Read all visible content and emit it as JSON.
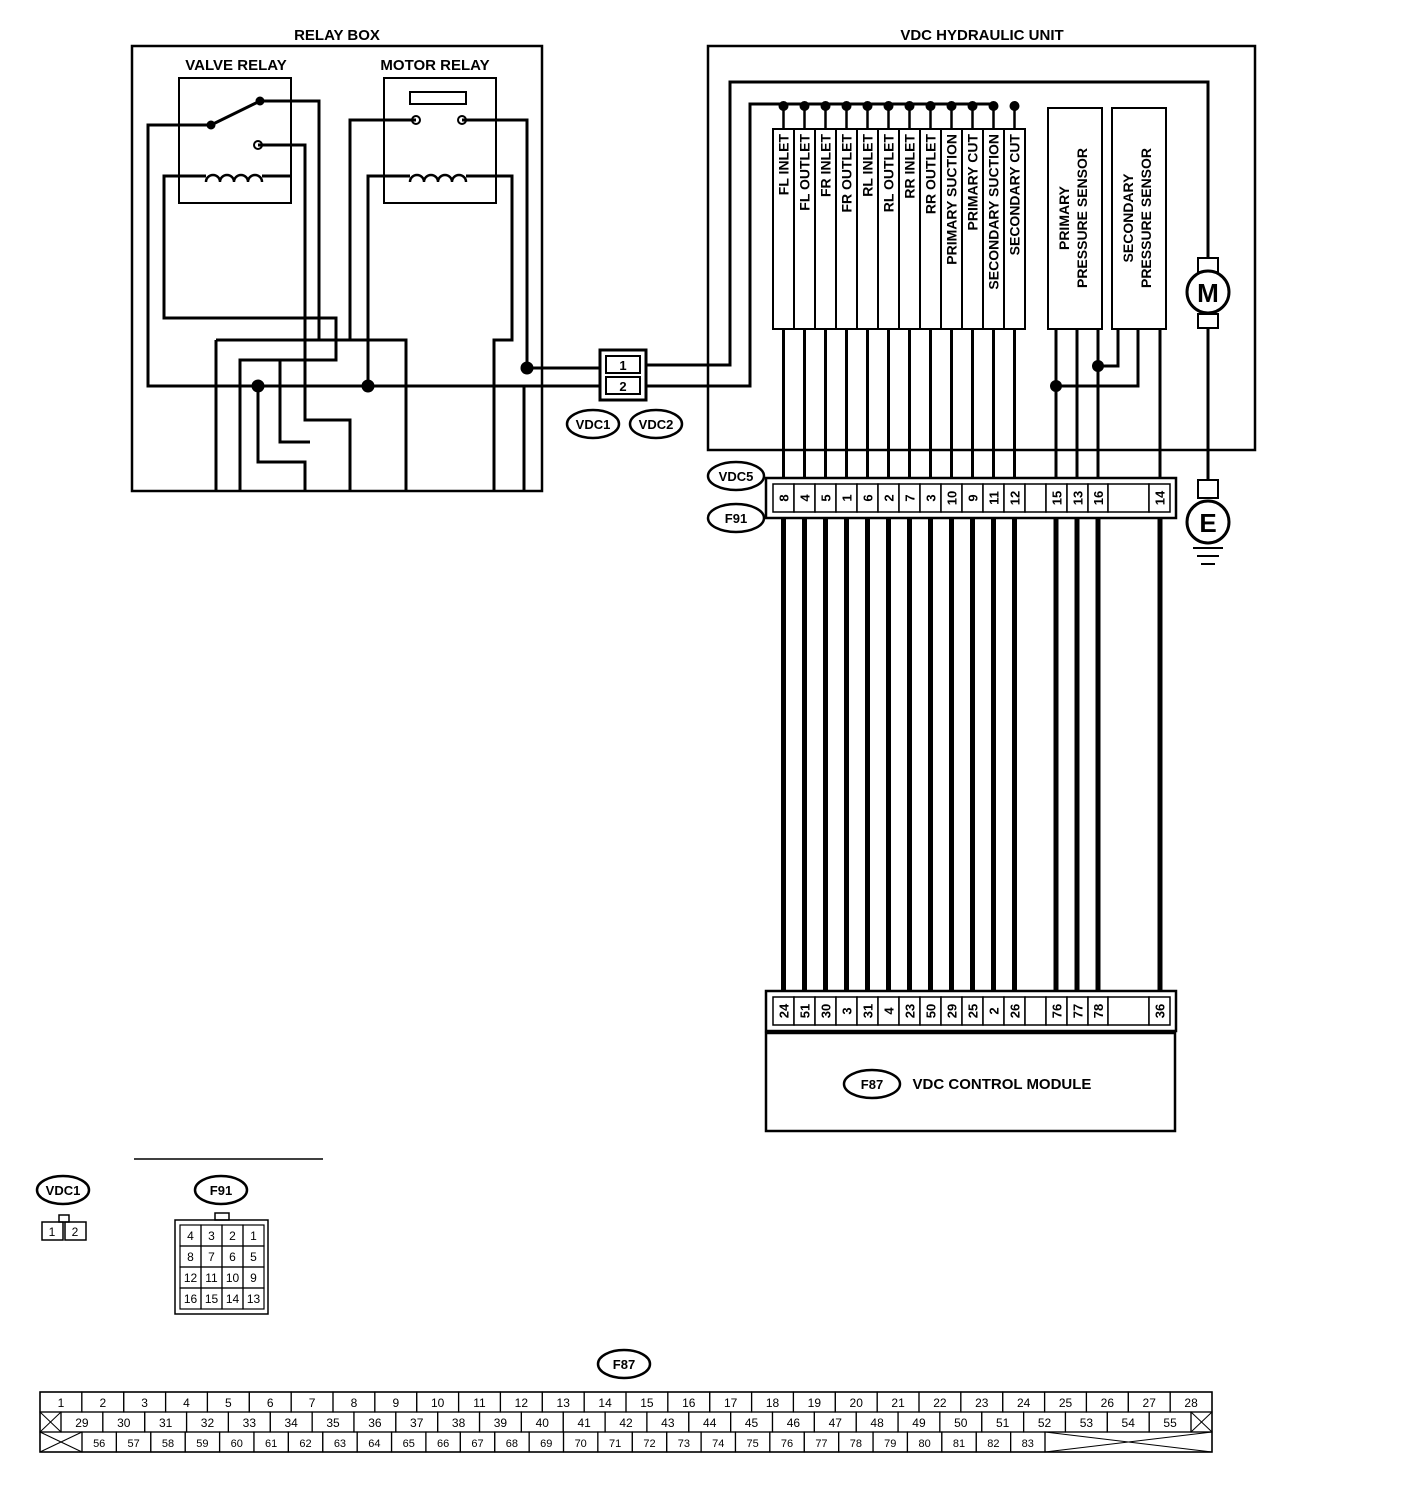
{
  "labels": {
    "relay_box": "RELAY BOX",
    "valve_relay": "VALVE RELAY",
    "motor_relay": "MOTOR RELAY",
    "hydraulic_unit": "VDC HYDRAULIC UNIT",
    "control_module": "VDC CONTROL MODULE",
    "motor": "M",
    "ground": "E"
  },
  "connectors": {
    "vdc1": "VDC1",
    "vdc2": "VDC2",
    "vdc5": "VDC5",
    "f91": "F91",
    "f87": "F87",
    "vdc1_pins": [
      "1",
      "2"
    ]
  },
  "solenoids": [
    "FL INLET",
    "FL OUTLET",
    "FR INLET",
    "FR OUTLET",
    "RL INLET",
    "RL OUTLET",
    "RR INLET",
    "RR OUTLET",
    "PRIMARY SUCTION",
    "PRIMARY CUT",
    "SECONDARY SUCTION",
    "SECONDARY CUT"
  ],
  "sensors": [
    {
      "line1": "PRIMARY",
      "line2": "PRESSURE SENSOR"
    },
    {
      "line1": "SECONDARY",
      "line2": "PRESSURE SENSOR"
    }
  ],
  "vdc5_pins": [
    "8",
    "4",
    "5",
    "1",
    "6",
    "2",
    "7",
    "3",
    "10",
    "9",
    "11",
    "12",
    "",
    "15",
    "13",
    "16",
    "",
    "14"
  ],
  "module_pins": [
    "24",
    "51",
    "30",
    "3",
    "31",
    "4",
    "23",
    "50",
    "29",
    "25",
    "2",
    "26",
    "",
    "76",
    "77",
    "78",
    "",
    "36"
  ],
  "f91_grid": [
    [
      "4",
      "3",
      "2",
      "1"
    ],
    [
      "8",
      "7",
      "6",
      "5"
    ],
    [
      "12",
      "11",
      "10",
      "9"
    ],
    [
      "16",
      "15",
      "14",
      "13"
    ]
  ],
  "f87_rows": [
    [
      "1",
      "2",
      "3",
      "4",
      "5",
      "6",
      "7",
      "8",
      "9",
      "10",
      "11",
      "12",
      "13",
      "14",
      "15",
      "16",
      "17",
      "18",
      "19",
      "20",
      "21",
      "22",
      "23",
      "24",
      "25",
      "26",
      "27",
      "28"
    ],
    [
      "29",
      "30",
      "31",
      "32",
      "33",
      "34",
      "35",
      "36",
      "37",
      "38",
      "39",
      "40",
      "41",
      "42",
      "43",
      "44",
      "45",
      "46",
      "47",
      "48",
      "49",
      "50",
      "51",
      "52",
      "53",
      "54",
      "55"
    ],
    [
      "56",
      "57",
      "58",
      "59",
      "60",
      "61",
      "62",
      "63",
      "64",
      "65",
      "66",
      "67",
      "68",
      "69",
      "70",
      "71",
      "72",
      "73",
      "74",
      "75",
      "76",
      "77",
      "78",
      "79",
      "80",
      "81",
      "82",
      "83"
    ]
  ]
}
